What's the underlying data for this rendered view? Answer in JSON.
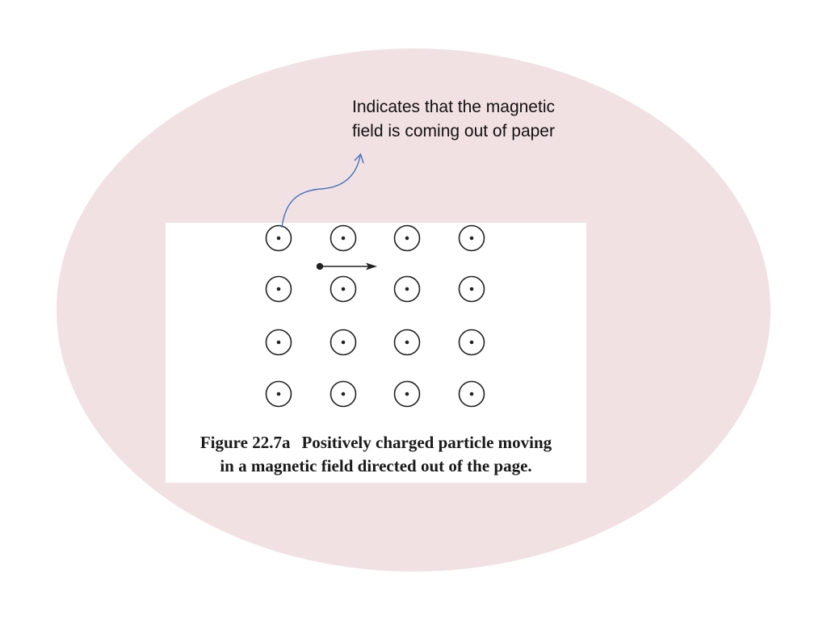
{
  "callout": {
    "line1": "Indicates that the magnetic",
    "line2": "field is coming out of paper"
  },
  "figure": {
    "label": "Figure 22.7a",
    "caption_line1": "Positively charged particle moving",
    "caption_line2": "in a magnetic field directed out of the page."
  },
  "field": {
    "rows": 4,
    "columns": 4,
    "symbol": "field-out-of-page-icon"
  },
  "colors": {
    "background_oval": "#f2e1e2",
    "pointer_arrow": "#4472c4",
    "symbol": "#222222"
  }
}
